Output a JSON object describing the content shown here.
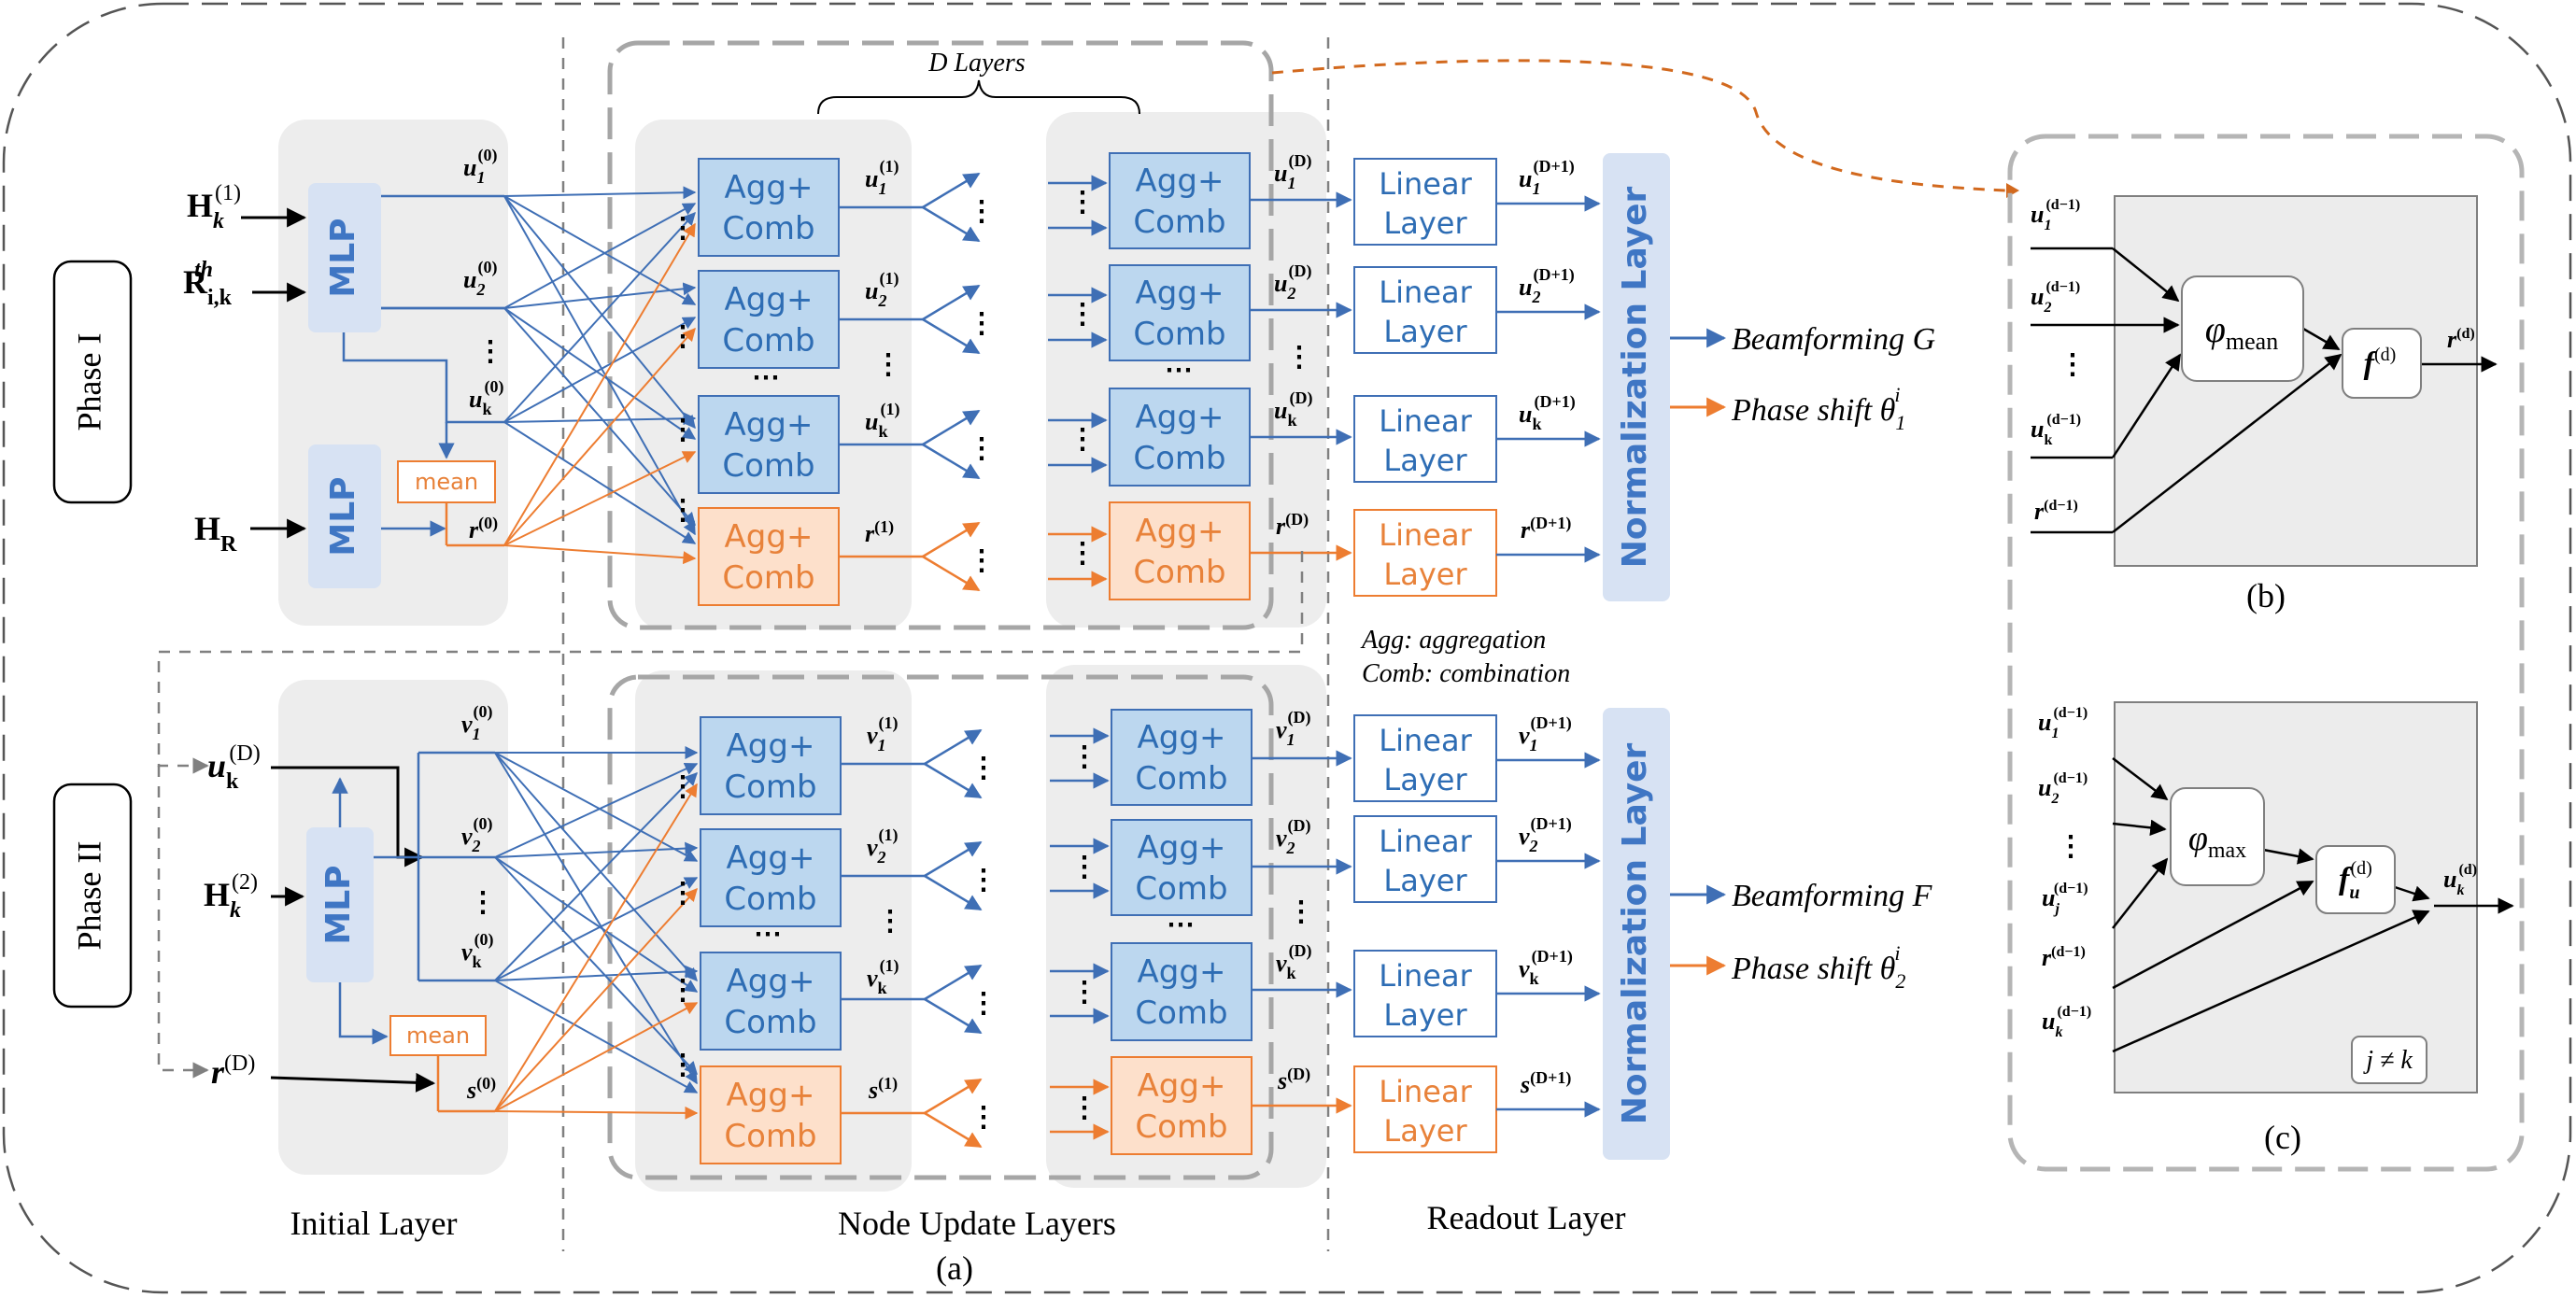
{
  "labels": {
    "d_layers": "D Layers",
    "phase1": "Phase I",
    "phase2": "Phase II",
    "initial_layer": "Initial Layer",
    "node_update_layers": "Node Update Layers",
    "readout_layer": "Readout Layer",
    "caption_a": "(a)",
    "caption_b": "(b)",
    "caption_c": "(c)",
    "agg_note": "Agg: aggregation",
    "comb_note": "Comb: combination",
    "mlp": "MLP",
    "mean": "mean",
    "agg": "Agg+",
    "comb": "Comb",
    "linear": "Linear",
    "layer": "Layer",
    "norm": "Normalization Layer",
    "dots": "⋯",
    "vdots": "⋮",
    "j_ne_k": "j ≠ k"
  },
  "phase1": {
    "inputs": {
      "h1": "H",
      "h1_sub": "k",
      "h1_sup": "(1)",
      "r": "R",
      "r_sub": "i,k",
      "r_sup": "th",
      "hr": "H",
      "hr_sub": "R"
    },
    "init_vars": {
      "u1": "u",
      "u1_sub": "1",
      "u1_sup": "(0)",
      "u2": "u",
      "u2_sub": "2",
      "u2_sup": "(0)",
      "uk": "u",
      "uk_sub": "k",
      "uk_sup": "(0)",
      "r": "r",
      "r_sup": "(0)"
    },
    "layer1_vars": {
      "u1": "u",
      "u1_sub": "1",
      "u1_sup": "(1)",
      "u2": "u",
      "u2_sub": "2",
      "u2_sup": "(1)",
      "uk": "u",
      "uk_sub": "k",
      "uk_sup": "(1)",
      "r": "r",
      "r_sup": "(1)"
    },
    "layerD_vars": {
      "u1": "u",
      "u1_sub": "1",
      "u1_sup": "(D)",
      "u2": "u",
      "u2_sub": "2",
      "u2_sup": "(D)",
      "uk": "u",
      "uk_sub": "k",
      "uk_sup": "(D)",
      "r": "r",
      "r_sup": "(D)"
    },
    "readout_vars": {
      "u1": "u",
      "u1_sub": "1",
      "u1_sup": "(D+1)",
      "u2": "u",
      "u2_sub": "2",
      "u2_sup": "(D+1)",
      "uk": "u",
      "uk_sub": "k",
      "uk_sup": "(D+1)",
      "r": "r",
      "r_sup": "(D+1)"
    },
    "out_beam": "Beamforming G",
    "out_phase": "Phase shift θ",
    "out_phase_sub": "1",
    "out_phase_sup": "i"
  },
  "phase2": {
    "inputs": {
      "uk": "u",
      "uk_sub": "k",
      "uk_sup": "(D)",
      "h2": "H",
      "h2_sub": "k",
      "h2_sup": "(2)",
      "r": "r",
      "r_sup": "(D)"
    },
    "init_vars": {
      "v1": "v",
      "v1_sub": "1",
      "v1_sup": "(0)",
      "v2": "v",
      "v2_sub": "2",
      "v2_sup": "(0)",
      "vk": "v",
      "vk_sub": "k",
      "vk_sup": "(0)",
      "s": "s",
      "s_sup": "(0)"
    },
    "layer1_vars": {
      "v1": "v",
      "v1_sub": "1",
      "v1_sup": "(1)",
      "v2": "v",
      "v2_sub": "2",
      "v2_sup": "(1)",
      "vk": "v",
      "vk_sub": "k",
      "vk_sup": "(1)",
      "s": "s",
      "s_sup": "(1)"
    },
    "layerD_vars": {
      "v1": "v",
      "v1_sub": "1",
      "v1_sup": "(D)",
      "v2": "v",
      "v2_sub": "2",
      "v2_sup": "(D)",
      "vk": "v",
      "vk_sub": "k",
      "vk_sup": "(D)",
      "s": "s",
      "s_sup": "(D)"
    },
    "readout_vars": {
      "v1": "v",
      "v1_sub": "1",
      "v1_sup": "(D+1)",
      "v2": "v",
      "v2_sub": "2",
      "v2_sup": "(D+1)",
      "vk": "v",
      "vk_sub": "k",
      "vk_sup": "(D+1)",
      "s": "s",
      "s_sup": "(D+1)"
    },
    "out_beam": "Beamforming F",
    "out_phase": "Phase shift θ",
    "out_phase_sub": "2",
    "out_phase_sup": "i"
  },
  "panel_b": {
    "u1": "u",
    "u1_sub": "1",
    "u1_sup": "(d−1)",
    "u2": "u",
    "u2_sub": "2",
    "u2_sup": "(d−1)",
    "uk": "u",
    "uk_sub": "k",
    "uk_sup": "(d−1)",
    "r": "r",
    "r_sup": "(d−1)",
    "phi": "φ",
    "phi_sub": "mean",
    "f": "f",
    "f_sup": "(d)",
    "out": "r",
    "out_sup": "(d)"
  },
  "panel_c": {
    "u1": "u",
    "u1_sub": "1",
    "u1_sup": "(d−1)",
    "u2": "u",
    "u2_sub": "2",
    "u2_sup": "(d−1)",
    "uj": "u",
    "uj_sub": "j",
    "uj_sup": "(d−1)",
    "r": "r",
    "r_sup": "(d−1)",
    "uk": "u",
    "uk_sub": "k",
    "uk_sup": "(d−1)",
    "phi": "φ",
    "phi_sub": "max",
    "f": "f",
    "f_sub": "u",
    "f_sup": "(d)",
    "out": "u",
    "out_sub": "k",
    "out_sup": "(d)"
  },
  "colors": {
    "blue": "#3f6fb5",
    "blue_fill": "#bcd7ef",
    "orange": "#ed7d31",
    "orange_fill": "#fde0cb",
    "gray_panel": "#ededed",
    "mlp_fill": "#d7e2f3",
    "dash": "#808080"
  }
}
